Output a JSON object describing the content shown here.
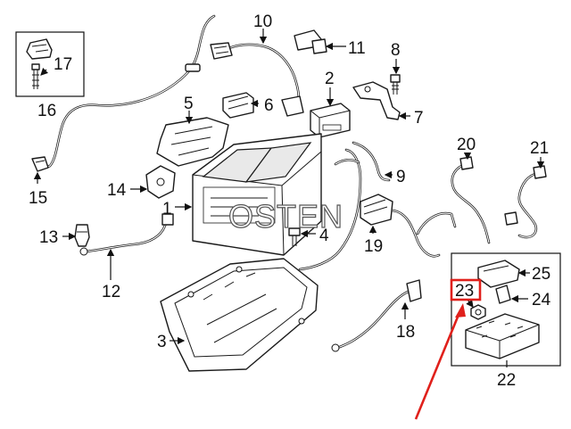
{
  "watermark": "OSTEN",
  "callouts": [
    "1",
    "2",
    "3",
    "4",
    "5",
    "6",
    "7",
    "8",
    "9",
    "10",
    "11",
    "12",
    "13",
    "14",
    "15",
    "16",
    "17",
    "18",
    "19",
    "20",
    "21",
    "22",
    "23",
    "24",
    "25"
  ],
  "highlight": {
    "callout": "23",
    "color": "#e0201b"
  },
  "arrow_color": "#e0201b"
}
